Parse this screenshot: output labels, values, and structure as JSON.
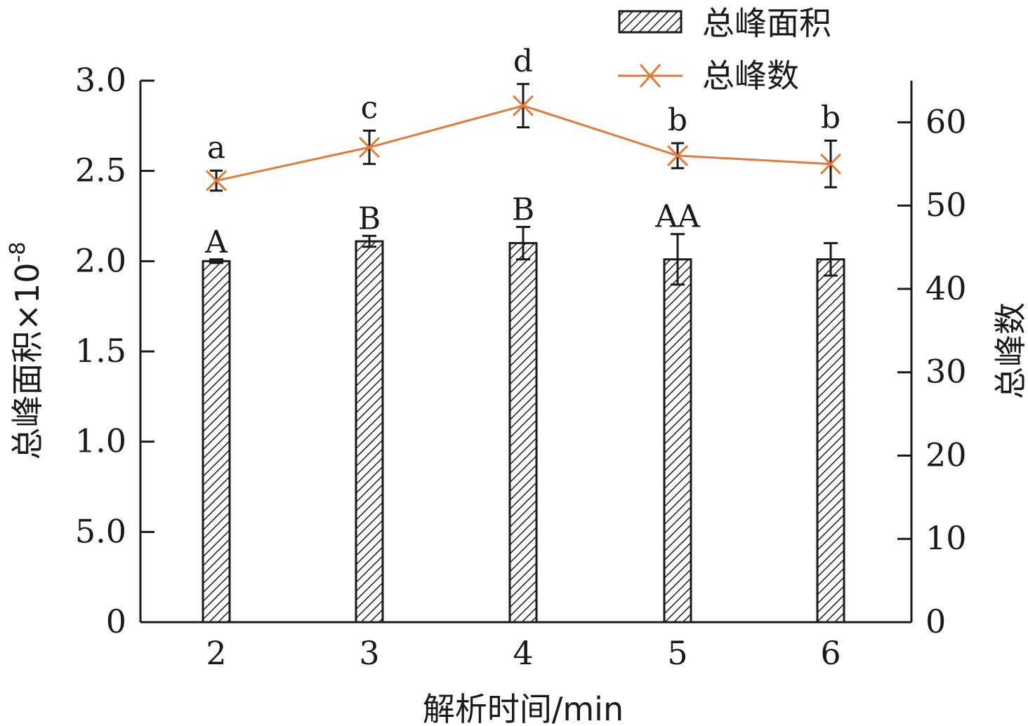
{
  "chart_data": {
    "type": "bar",
    "categories": [
      "2",
      "3",
      "4",
      "5",
      "6"
    ],
    "xlabel": "解析时间/min",
    "ylabel_left": "总峰面积×10",
    "ylabel_left_exponent": "-8",
    "ylabel_right": "总峰数",
    "left_axis": {
      "ylim": [
        0,
        3.0
      ],
      "ticks": [
        0,
        0.5,
        1.0,
        1.5,
        2.0,
        2.5,
        3.0
      ],
      "tick_labels": [
        "0",
        "5.0",
        "1.0",
        "1.5",
        "2.0",
        "2.5",
        "3.0"
      ]
    },
    "right_axis": {
      "ylim": [
        0,
        65
      ],
      "ticks": [
        0,
        10,
        20,
        30,
        40,
        50,
        60
      ],
      "tick_labels": [
        "0",
        "10",
        "20",
        "30",
        "40",
        "50",
        "60"
      ]
    },
    "series": [
      {
        "name": "总峰面积",
        "kind": "bar",
        "axis": "left",
        "values": [
          2.0,
          2.11,
          2.1,
          2.01,
          2.01
        ],
        "errors": [
          0.01,
          0.03,
          0.09,
          0.14,
          0.09
        ],
        "sig_labels": [
          "A",
          "B",
          "B",
          "AA",
          ""
        ],
        "color": "#1a1a1a"
      },
      {
        "name": "总峰数",
        "kind": "line",
        "axis": "right",
        "values": [
          53,
          57,
          62,
          56,
          55
        ],
        "errors": [
          1.2,
          2.0,
          2.6,
          1.5,
          2.8
        ],
        "sig_labels": [
          "a",
          "c",
          "d",
          "b",
          "b"
        ],
        "color": "#e07b39"
      }
    ],
    "legend_position": "top-right",
    "grid": false
  }
}
